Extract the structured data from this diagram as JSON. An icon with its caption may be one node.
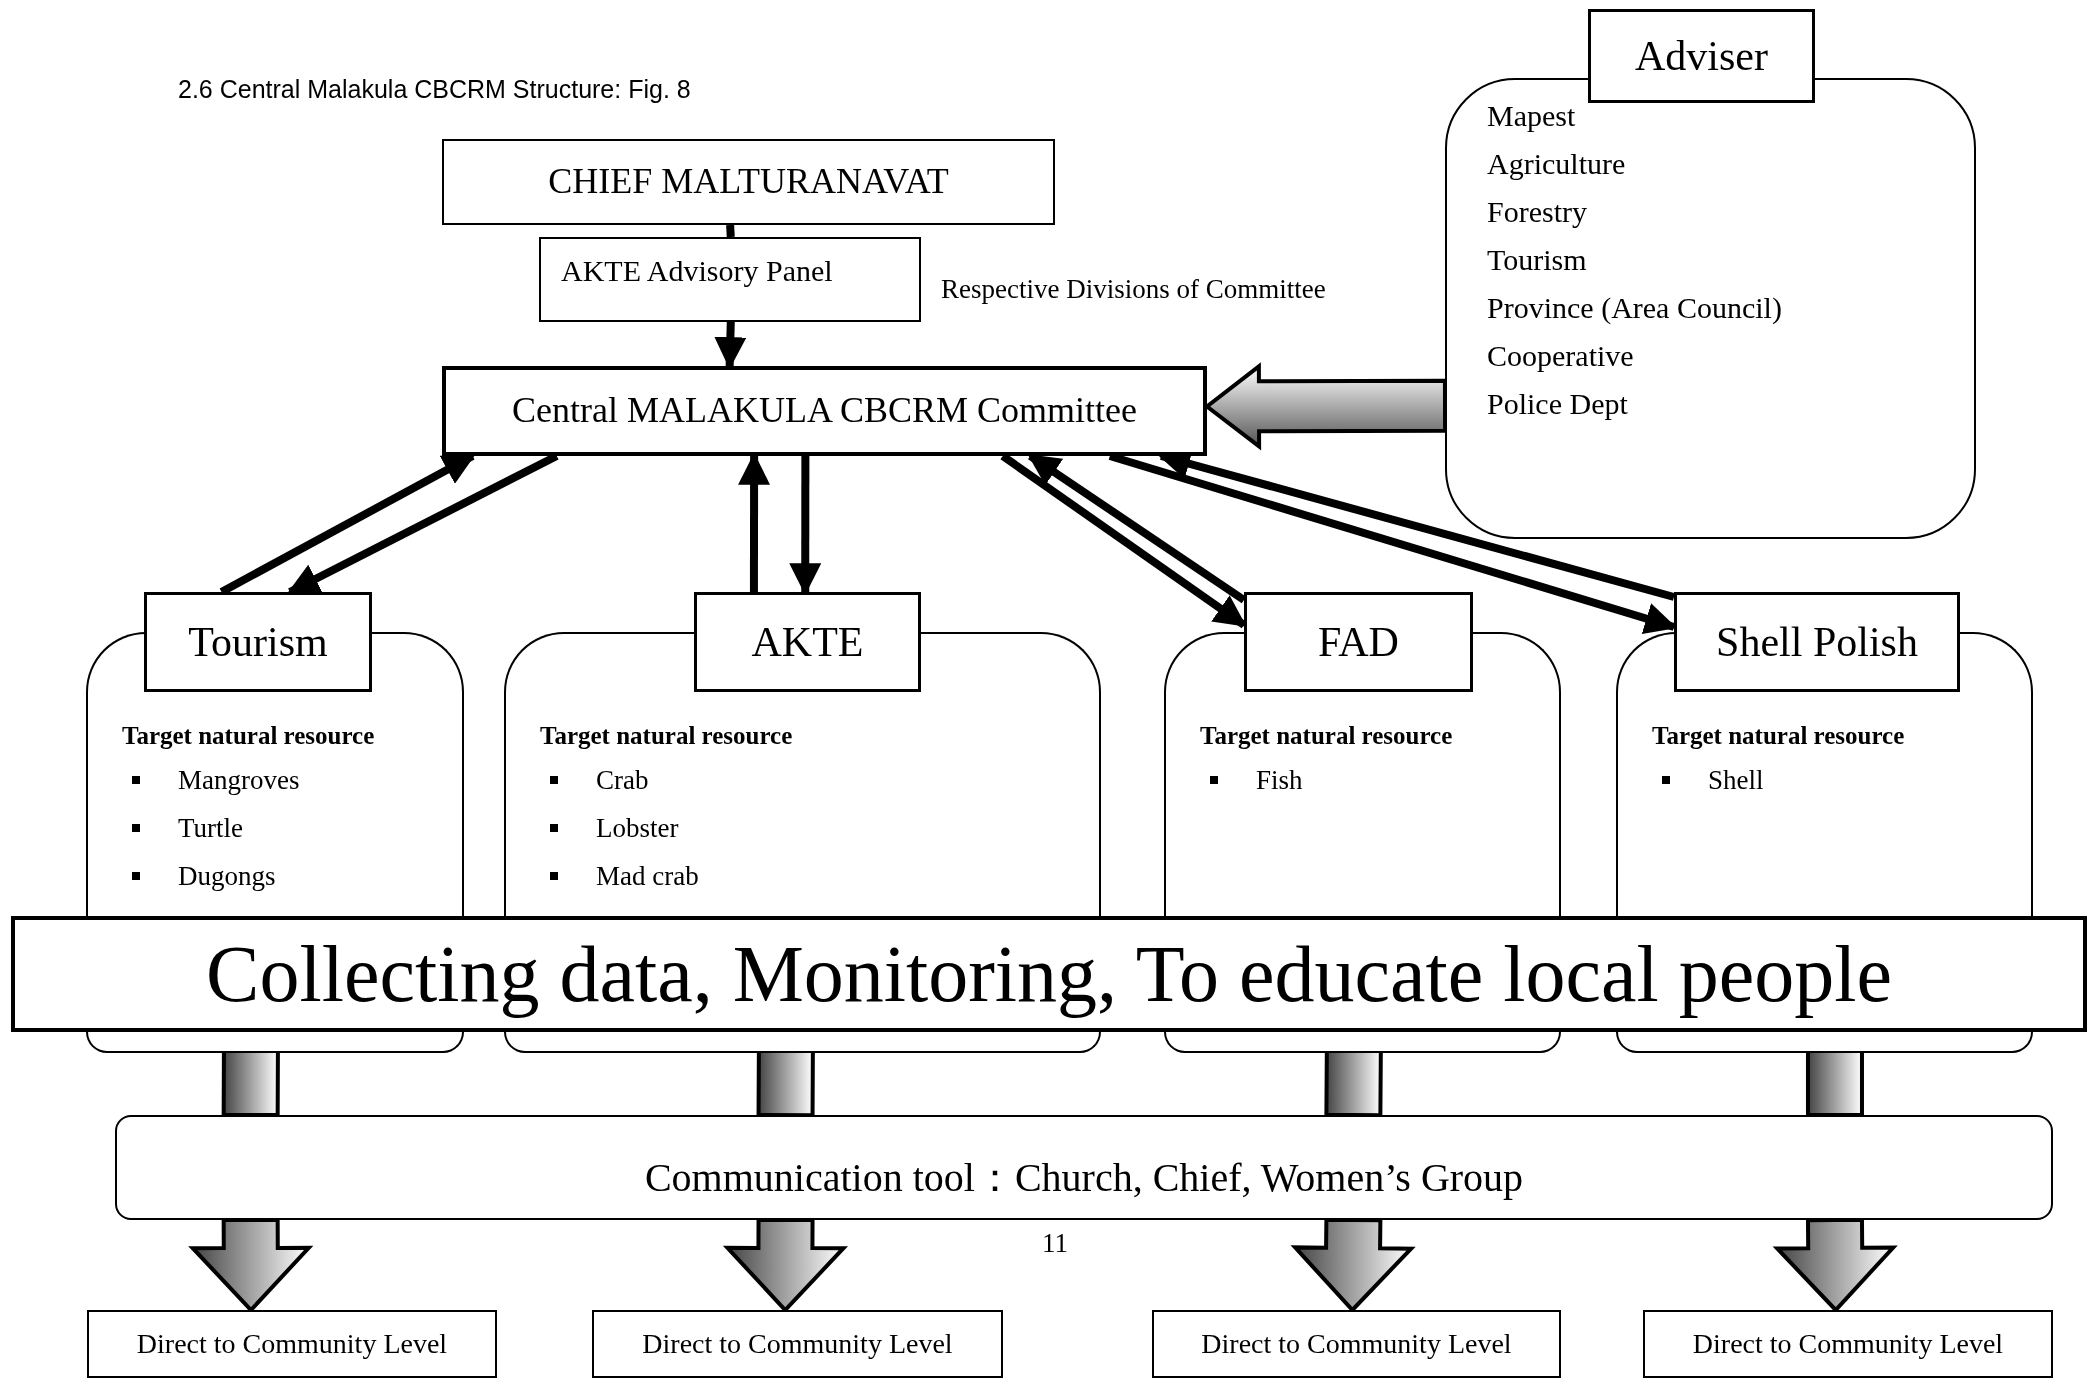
{
  "diagram": {
    "title": "2.6 Central Malakula CBCRM Structure: Fig. 8",
    "nodes": [
      {
        "text": [
          "CHIEF MALTURANAVAT"
        ]
      },
      {
        "text": [
          "AKTE Advisory Panel"
        ]
      },
      {
        "text": [
          "Adviser"
        ]
      },
      {
        "text": [
          "Mapest",
          "Agriculture",
          "Forestry",
          "Tourism",
          "Province (Area Council)",
          "Cooperative",
          "Police Dept"
        ]
      },
      {
        "text": [
          "Central MALAKULA CBCRM Committee"
        ]
      },
      {
        "text": [
          "Tourism"
        ]
      },
      {
        "text": [
          "Target natural resource",
          "Mangroves",
          "Turtle",
          "Dugongs"
        ]
      },
      {
        "text": [
          "AKTE"
        ]
      },
      {
        "text": [
          "Target natural resource",
          "Crab",
          "Lobster",
          "Mad crab"
        ]
      },
      {
        "text": [
          "FAD"
        ]
      },
      {
        "text": [
          "Target natural resource",
          "Fish"
        ]
      },
      {
        "text": [
          "Shell Polish"
        ]
      },
      {
        "text": [
          "Target natural resource",
          "Shell"
        ]
      },
      {
        "text": [
          "Collecting data, Monitoring, To educate local people"
        ]
      },
      {
        "text": [
          "Communication tool：Church, Chief, Women’s Group"
        ]
      },
      {
        "text": [
          "Direct to Community Level"
        ]
      },
      {
        "text": [
          "Direct to Community Level"
        ]
      },
      {
        "text": [
          "Direct to Community Level"
        ]
      },
      {
        "text": [
          "Direct to Community Level"
        ]
      }
    ],
    "edges": [
      {
        "from": 0,
        "to": 1,
        "arrow": "none"
      },
      {
        "from": 1,
        "to": 4,
        "arrow": "to"
      },
      {
        "from": 3,
        "to": 4,
        "arrow": "to",
        "style": "thick"
      },
      {
        "from": 5,
        "to": 4,
        "arrow": "to"
      },
      {
        "from": 4,
        "to": 5,
        "arrow": "to"
      },
      {
        "from": 7,
        "to": 4,
        "arrow": "to"
      },
      {
        "from": 4,
        "to": 7,
        "arrow": "to"
      },
      {
        "from": 4,
        "to": 9,
        "arrow": "to"
      },
      {
        "from": 9,
        "to": 4,
        "arrow": "to"
      },
      {
        "from": 4,
        "to": 11,
        "arrow": "to"
      },
      {
        "from": 11,
        "to": 4,
        "arrow": "to"
      },
      {
        "from": 13,
        "to": 14,
        "arrow": "none",
        "style": "thick"
      },
      {
        "from": 13,
        "to": 14,
        "arrow": "none",
        "style": "thick"
      },
      {
        "from": 13,
        "to": 14,
        "arrow": "none",
        "style": "thick"
      },
      {
        "from": 13,
        "to": 14,
        "arrow": "none",
        "style": "thick"
      },
      {
        "from": 14,
        "to": 15,
        "arrow": "to",
        "style": "thick"
      },
      {
        "from": 14,
        "to": 16,
        "arrow": "to",
        "style": "thick"
      },
      {
        "from": 14,
        "to": 17,
        "arrow": "to",
        "style": "thick"
      },
      {
        "from": 14,
        "to": 18,
        "arrow": "to",
        "style": "thick"
      }
    ],
    "labels": [
      "Respective Divisions of Committee",
      "11"
    ]
  }
}
